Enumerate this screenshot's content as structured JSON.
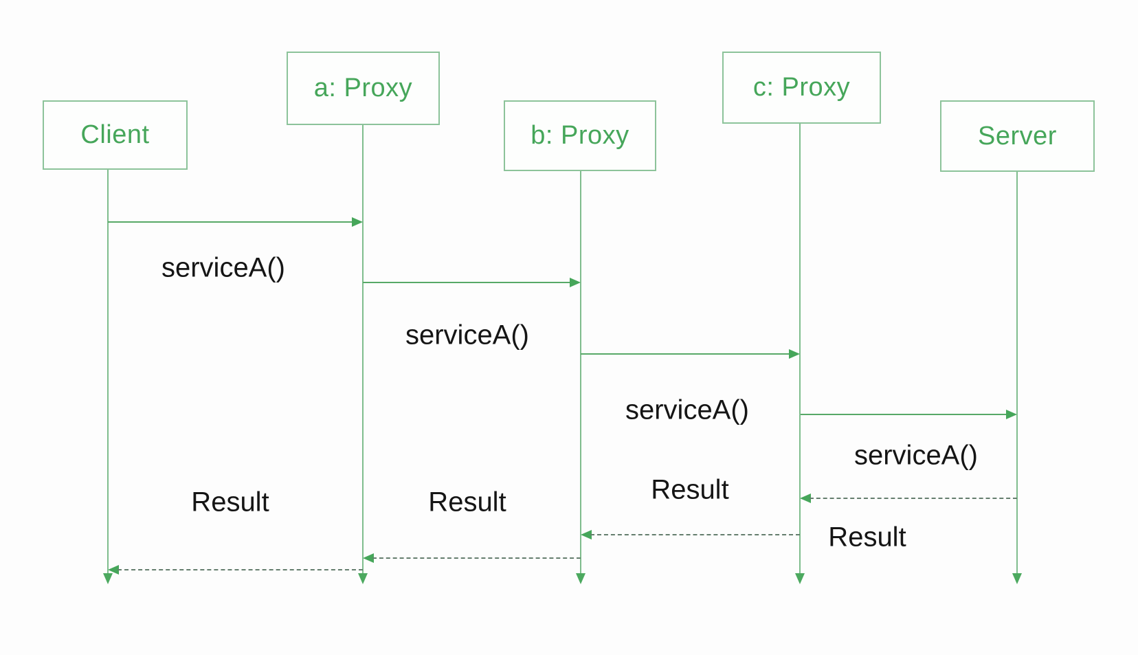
{
  "diagram_type": "uml-sequence-diagram",
  "colors": {
    "actor_text_green": "#46a65a",
    "box_border_green": "#8cc39a",
    "lifeline_green": "#7fbd8d",
    "call_arrow_green": "#57a967",
    "return_dash_gray_green": "#647d6d",
    "message_text_black": "#151515",
    "background": "#fdfdfd"
  },
  "actors": [
    {
      "id": "client",
      "label": "Client"
    },
    {
      "id": "proxy-a",
      "label": "a: Proxy"
    },
    {
      "id": "proxy-b",
      "label": "b: Proxy"
    },
    {
      "id": "proxy-c",
      "label": "c: Proxy"
    },
    {
      "id": "server",
      "label": "Server"
    }
  ],
  "calls": [
    {
      "from": "Client",
      "to": "a: Proxy",
      "label": "serviceA()"
    },
    {
      "from": "a: Proxy",
      "to": "b: Proxy",
      "label": "serviceA()"
    },
    {
      "from": "b: Proxy",
      "to": "c: Proxy",
      "label": "serviceA()"
    },
    {
      "from": "c: Proxy",
      "to": "Server",
      "label": "serviceA()"
    }
  ],
  "returns": [
    {
      "from": "Server",
      "to": "c: Proxy",
      "label": "Result"
    },
    {
      "from": "c: Proxy",
      "to": "b: Proxy",
      "label": "Result"
    },
    {
      "from": "b: Proxy",
      "to": "a: Proxy",
      "label": "Result"
    },
    {
      "from": "a: Proxy",
      "to": "Client",
      "label": "Result"
    }
  ]
}
